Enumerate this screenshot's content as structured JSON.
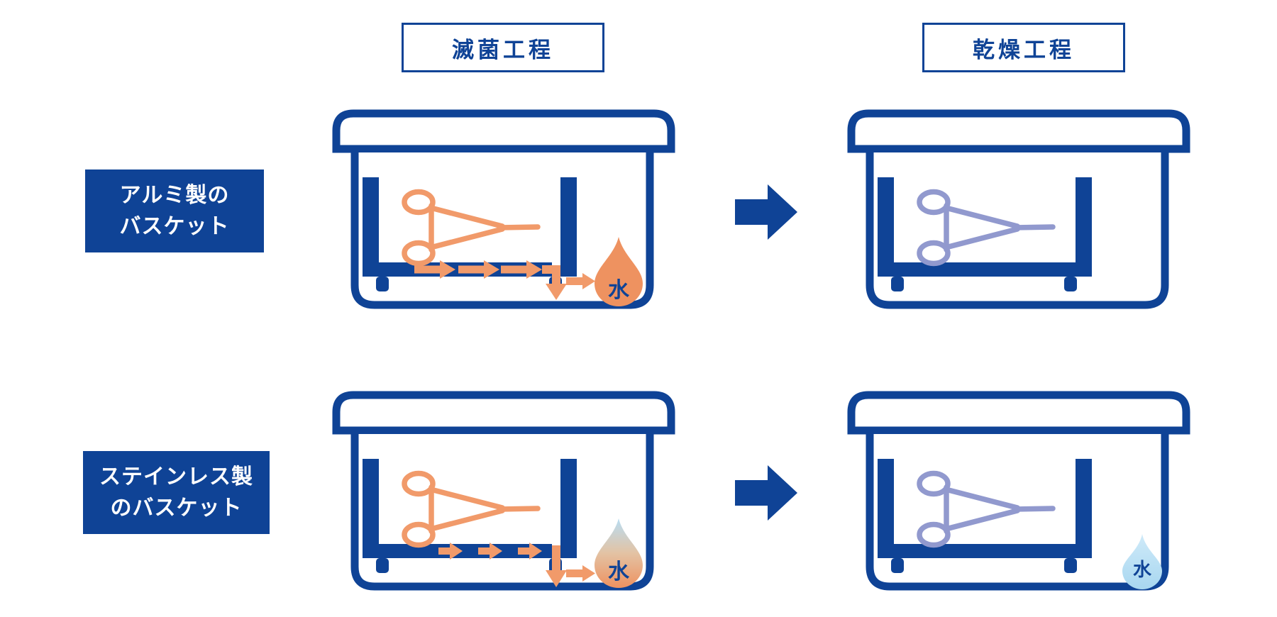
{
  "page": {
    "background": "#ffffff"
  },
  "colors": {
    "primary_blue": "#0f4396",
    "flow_orange": "#f19a6a",
    "dried_lavender": "#9199ce",
    "water_light_blue": "#b7def4",
    "label_text_white": "#ffffff"
  },
  "column_headers": {
    "sterilization": "滅菌工程",
    "drying": "乾燥工程"
  },
  "row_labels": {
    "aluminum": {
      "line1": "アルミ製の",
      "line2": "バスケット"
    },
    "stainless": {
      "line1": "ステインレス製",
      "line2": "のバスケット"
    }
  },
  "water_drop_label": "水",
  "icons": {
    "container": "sterilization-container-icon",
    "basket": "basket-icon",
    "instrument": "forceps-icon",
    "flow_arrows": "flow-arrow-icon",
    "drain_arrow": "drain-arrow-icon",
    "process_arrow": "process-arrow-right-icon",
    "water_drop": "water-drop-icon"
  }
}
